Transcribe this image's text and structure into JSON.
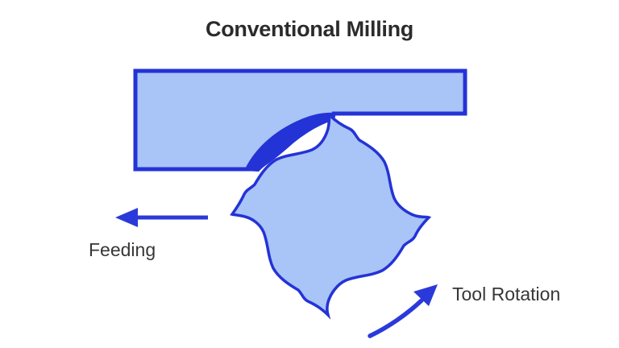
{
  "title": "Conventional Milling",
  "labels": {
    "feeding": "Feeding",
    "tool_rotation": "Tool Rotation"
  },
  "colors": {
    "workpiece_fill": "#a9c4f6",
    "outline_blue": "#2433d6",
    "chip_fill": "#2433d6",
    "arrow_blue": "#2a3ada",
    "title_color": "#2b2b2b",
    "label_color": "#373737",
    "background": "#ffffff"
  }
}
